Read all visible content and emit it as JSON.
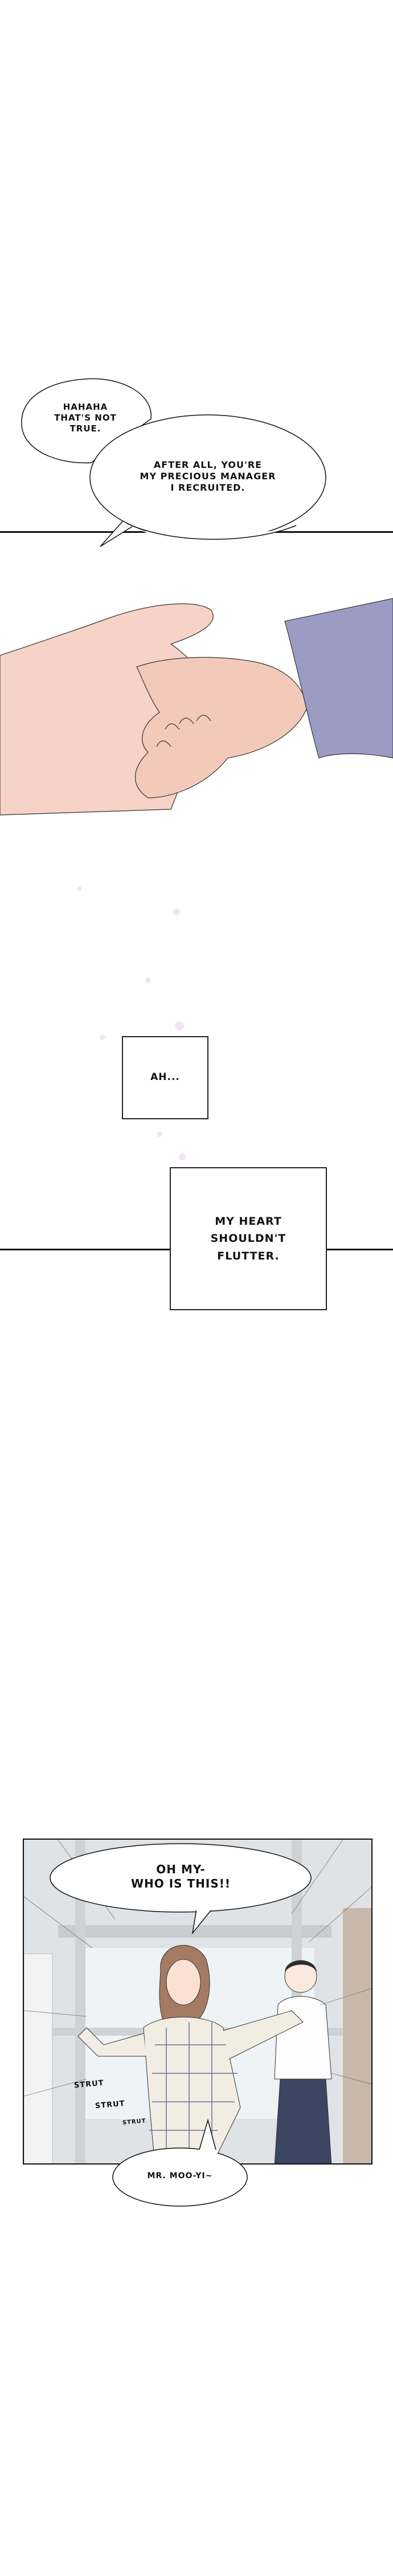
{
  "panel1": {
    "bubble_a": [
      "HAHAHA",
      "THAT'S NOT",
      "TRUE."
    ],
    "bubble_b": [
      "AFTER ALL, YOU'RE",
      "MY PRECIOUS MANAGER",
      "I RECRUITED."
    ]
  },
  "panel2": {
    "caption_a": "AH...",
    "caption_b": [
      "MY HEART",
      "SHOULDN'T",
      "FLUTTER."
    ]
  },
  "panel3": {
    "bubble_top": [
      "OH MY-",
      "WHO IS THIS!!"
    ],
    "sfx": [
      "STRUT",
      "STRUT",
      "STRUT"
    ],
    "bubble_bottom": "MR. MOO-YI~"
  },
  "colors": {
    "skin": "#f6d3c6",
    "sleeve": "#9c9bc4",
    "pants": "#3c4562",
    "line": "#111111"
  }
}
